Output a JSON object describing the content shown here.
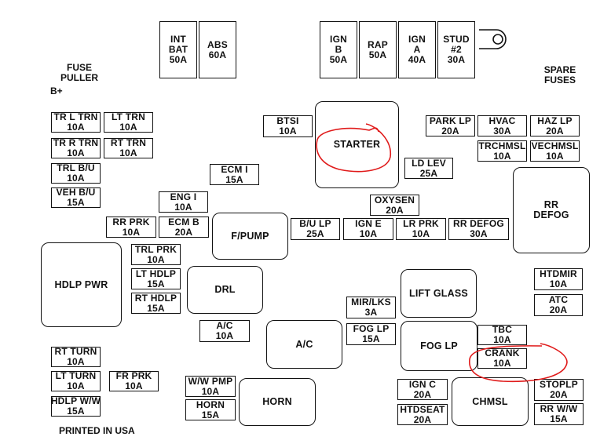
{
  "labels": {
    "fuse_puller": [
      "FUSE",
      "PULLER"
    ],
    "b_plus": "B+",
    "spare_fuses": [
      "SPARE",
      "FUSES"
    ],
    "printed": "PRINTED IN USA"
  },
  "maxi_fuses": [
    {
      "id": "int-bat",
      "lines": [
        "INT",
        "BAT",
        "50A"
      ]
    },
    {
      "id": "abs",
      "lines": [
        "ABS",
        "60A"
      ]
    },
    {
      "id": "ign-b",
      "lines": [
        "IGN",
        "B",
        "50A"
      ]
    },
    {
      "id": "rap",
      "lines": [
        "RAP",
        "50A"
      ]
    },
    {
      "id": "ign-a",
      "lines": [
        "IGN",
        "A",
        "40A"
      ]
    },
    {
      "id": "stud-2",
      "lines": [
        "STUD",
        "#2",
        "30A"
      ]
    }
  ],
  "relays": [
    {
      "id": "starter",
      "lines": [
        "STARTER"
      ]
    },
    {
      "id": "rr-defog",
      "lines": [
        "RR",
        "DEFOG"
      ]
    },
    {
      "id": "fpump",
      "lines": [
        "F/PUMP"
      ]
    },
    {
      "id": "hdlp-pwr",
      "lines": [
        "HDLP PWR"
      ]
    },
    {
      "id": "drl",
      "lines": [
        "DRL"
      ]
    },
    {
      "id": "lift-glass",
      "lines": [
        "LIFT GLASS"
      ]
    },
    {
      "id": "ac-relay",
      "lines": [
        "A/C"
      ]
    },
    {
      "id": "fog-lp-relay",
      "lines": [
        "FOG LP"
      ]
    },
    {
      "id": "horn",
      "lines": [
        "HORN"
      ]
    },
    {
      "id": "chmsl",
      "lines": [
        "CHMSL"
      ]
    }
  ],
  "fuses": [
    {
      "id": "tr-l-trn",
      "lines": [
        "TR L TRN",
        "10A"
      ]
    },
    {
      "id": "lt-trn",
      "lines": [
        "LT TRN",
        "10A"
      ]
    },
    {
      "id": "tr-r-trn",
      "lines": [
        "TR R TRN",
        "10A"
      ]
    },
    {
      "id": "rt-trn",
      "lines": [
        "RT TRN",
        "10A"
      ]
    },
    {
      "id": "trl-bu",
      "lines": [
        "TRL B/U",
        "10A"
      ]
    },
    {
      "id": "veh-bu",
      "lines": [
        "VEH B/U",
        "15A"
      ]
    },
    {
      "id": "btsi",
      "lines": [
        "BTSI",
        "10A"
      ]
    },
    {
      "id": "ecm-i",
      "lines": [
        "ECM I",
        "15A"
      ]
    },
    {
      "id": "park-lp",
      "lines": [
        "PARK LP",
        "20A"
      ]
    },
    {
      "id": "hvac",
      "lines": [
        "HVAC",
        "30A"
      ]
    },
    {
      "id": "haz-lp",
      "lines": [
        "HAZ LP",
        "20A"
      ]
    },
    {
      "id": "trchmsl",
      "lines": [
        "TRCHMSL",
        "10A"
      ]
    },
    {
      "id": "vechmsl",
      "lines": [
        "VECHMSL",
        "10A"
      ]
    },
    {
      "id": "ld-lev",
      "lines": [
        "LD LEV",
        "25A"
      ]
    },
    {
      "id": "eng-i",
      "lines": [
        "ENG I",
        "10A"
      ]
    },
    {
      "id": "oxysen",
      "lines": [
        "OXYSEN",
        "20A"
      ]
    },
    {
      "id": "rr-prk",
      "lines": [
        "RR PRK",
        "10A"
      ]
    },
    {
      "id": "ecm-b",
      "lines": [
        "ECM B",
        "20A"
      ]
    },
    {
      "id": "bu-lp",
      "lines": [
        "B/U LP",
        "25A"
      ]
    },
    {
      "id": "ign-e",
      "lines": [
        "IGN E",
        "10A"
      ]
    },
    {
      "id": "lr-prk",
      "lines": [
        "LR PRK",
        "10A"
      ]
    },
    {
      "id": "rr-defog-fuse",
      "lines": [
        "RR DEFOG",
        "30A"
      ]
    },
    {
      "id": "trl-prk",
      "lines": [
        "TRL PRK",
        "10A"
      ]
    },
    {
      "id": "lt-hdlp",
      "lines": [
        "LT HDLP",
        "15A"
      ]
    },
    {
      "id": "rt-hdlp",
      "lines": [
        "RT HDLP",
        "15A"
      ]
    },
    {
      "id": "htdmir",
      "lines": [
        "HTDMIR",
        "10A"
      ]
    },
    {
      "id": "atc",
      "lines": [
        "ATC",
        "20A"
      ]
    },
    {
      "id": "mir-lks",
      "lines": [
        "MIR/LKS",
        "3A"
      ]
    },
    {
      "id": "ac-fuse",
      "lines": [
        "A/C",
        "10A"
      ]
    },
    {
      "id": "fog-lp-fuse",
      "lines": [
        "FOG LP",
        "15A"
      ]
    },
    {
      "id": "tbc",
      "lines": [
        "TBC",
        "10A"
      ]
    },
    {
      "id": "crank",
      "lines": [
        "CRANK",
        "10A"
      ]
    },
    {
      "id": "rt-turn",
      "lines": [
        "RT TURN",
        "10A"
      ]
    },
    {
      "id": "lt-turn",
      "lines": [
        "LT TURN",
        "10A"
      ]
    },
    {
      "id": "fr-prk",
      "lines": [
        "FR PRK",
        "10A"
      ]
    },
    {
      "id": "hdlp-ww",
      "lines": [
        "HDLP W/W",
        "15A"
      ]
    },
    {
      "id": "ww-pmp",
      "lines": [
        "W/W PMP",
        "10A"
      ]
    },
    {
      "id": "horn-fuse",
      "lines": [
        "HORN",
        "15A"
      ]
    },
    {
      "id": "ign-c",
      "lines": [
        "IGN C",
        "20A"
      ]
    },
    {
      "id": "htdseat",
      "lines": [
        "HTDSEAT",
        "20A"
      ]
    },
    {
      "id": "stoplp",
      "lines": [
        "STOPLP",
        "20A"
      ]
    },
    {
      "id": "rr-ww",
      "lines": [
        "RR W/W",
        "15A"
      ]
    }
  ],
  "annotation_color": "#e01b1b"
}
